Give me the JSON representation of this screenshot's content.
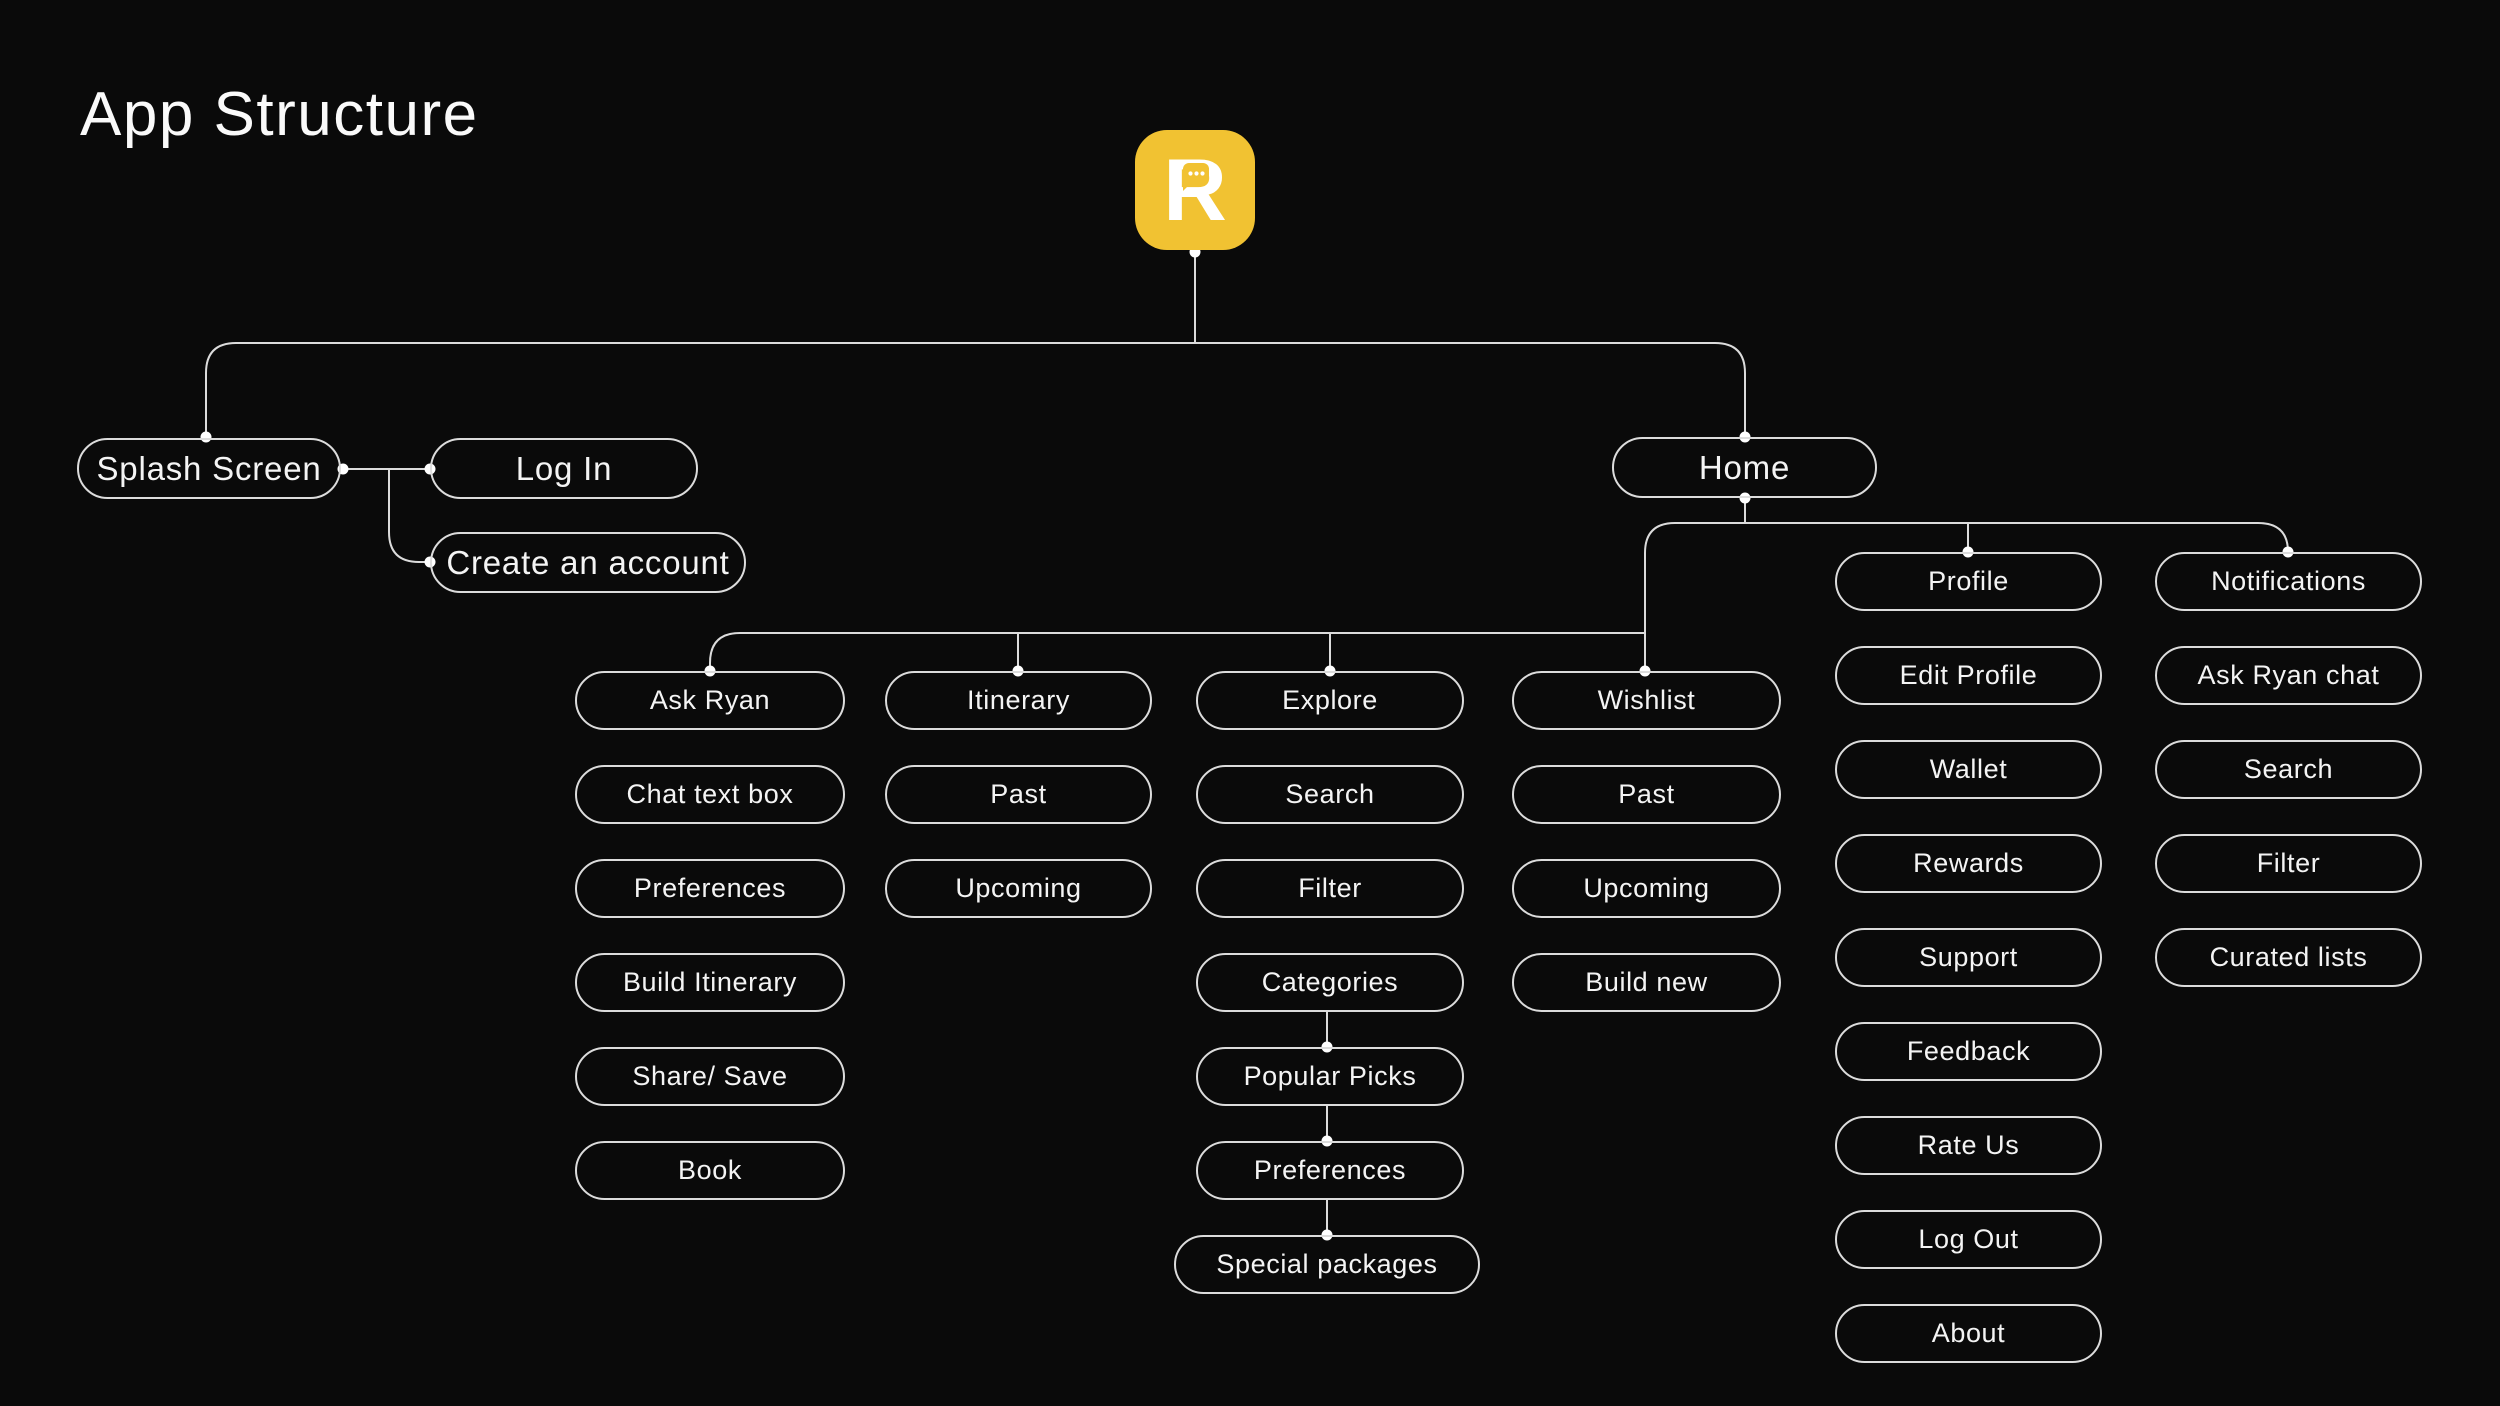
{
  "page": {
    "title": "App Structure",
    "background": "#0A0A0A"
  },
  "logo": {
    "letter": "R",
    "color": "#F1C232",
    "shape": "rounded-square-app-icon",
    "bubble_dots": 3
  },
  "colors": {
    "accent_yellow": "#F1C232",
    "node_border": "#DCDCDC",
    "connector_line": "#DCDCDC",
    "node_text": "#F4F4F4",
    "anchor_dot": "#FFFFFF",
    "background": "#0A0A0A"
  },
  "tree": {
    "level1": {
      "splash": {
        "label": "Splash Screen"
      },
      "login": {
        "label": "Log In"
      },
      "create_account": {
        "label": "Create an account"
      },
      "home": {
        "label": "Home"
      }
    },
    "columns": {
      "ask_ryan": {
        "header": "Ask Ryan",
        "items": [
          "Chat text box",
          "Preferences",
          "Build Itinerary",
          "Share/ Save",
          "Book"
        ]
      },
      "itinerary": {
        "header": "Itinerary",
        "items": [
          "Past",
          "Upcoming"
        ]
      },
      "explore": {
        "header": "Explore",
        "items": [
          "Search",
          "Filter",
          "Categories",
          "Popular Picks",
          "Preferences",
          "Special packages"
        ]
      },
      "wishlist": {
        "header": "Wishlist",
        "items": [
          "Past",
          "Upcoming",
          "Build new"
        ]
      },
      "profile": {
        "header": "Profile",
        "items": [
          "Edit Profile",
          "Wallet",
          "Rewards",
          "Support",
          "Feedback",
          "Rate Us",
          "Log Out",
          "About"
        ]
      },
      "notifications": {
        "header": "Notifications",
        "items": [
          "Ask Ryan chat",
          "Search",
          "Filter",
          "Curated lists"
        ]
      }
    }
  }
}
